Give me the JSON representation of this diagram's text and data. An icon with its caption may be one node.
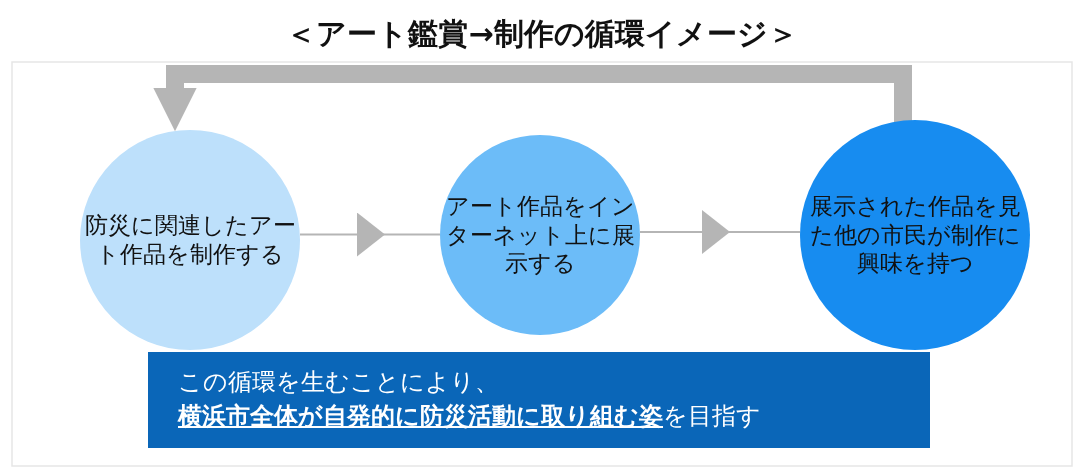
{
  "diagram": {
    "title": "＜アート鑑賞→制作の循環イメージ＞",
    "nodes": [
      {
        "text": [
          "防災に関連したアート作品を制作する"
        ]
      },
      {
        "text": [
          "アート作品をインターネット上に展示する"
        ]
      },
      {
        "text": [
          "展示された作品を見た他の市民が制作に興味を持つ"
        ]
      },
      {
        "text": [
          "この循環を生むことにより、",
          "**横浜市全体が自発的に防災活動に取り組む姿**を目指す"
        ]
      }
    ],
    "edges": [
      {
        "from": 0,
        "to": 1,
        "arrow": "to"
      },
      {
        "from": 1,
        "to": 2,
        "arrow": "to"
      },
      {
        "from": 2,
        "to": 0,
        "arrow": "to",
        "style": "thick"
      }
    ]
  }
}
